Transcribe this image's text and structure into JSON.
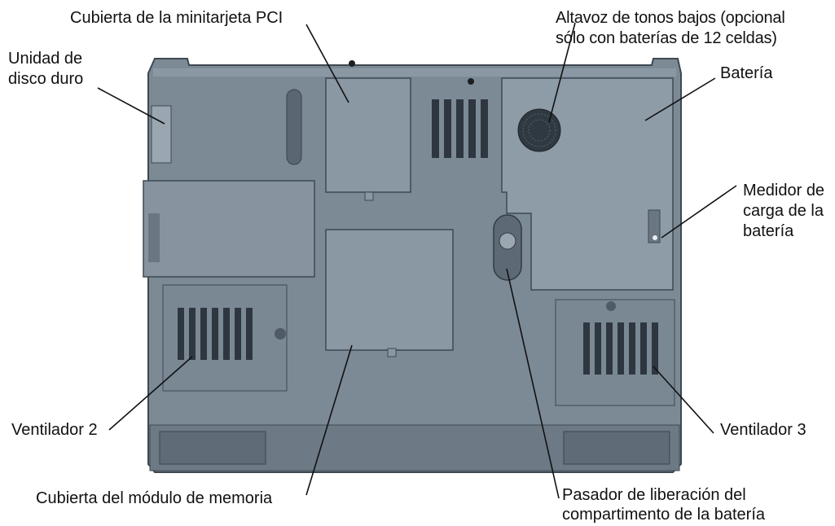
{
  "callouts": {
    "pci_cover": "Cubierta de la minitarjeta PCI",
    "hdd": [
      "Unidad de",
      "disco duro"
    ],
    "subwoofer": [
      "Altavoz de tonos bajos (opcional",
      "sólo con baterías de 12 celdas)"
    ],
    "battery": "Batería",
    "charge_gauge": [
      "Medidor de",
      "carga de la",
      "batería"
    ],
    "fan2": "Ventilador 2",
    "fan3": "Ventilador 3",
    "memory_cover": "Cubierta del módulo de memoria",
    "battery_latch": [
      "Pasador de liberación del",
      "compartimento de la batería"
    ]
  },
  "colors": {
    "chassis": "#7c8a96",
    "chassis_dark": "#4f5b66",
    "panel": "#8896a2",
    "vent": "#2e3740",
    "line": "#111111"
  }
}
